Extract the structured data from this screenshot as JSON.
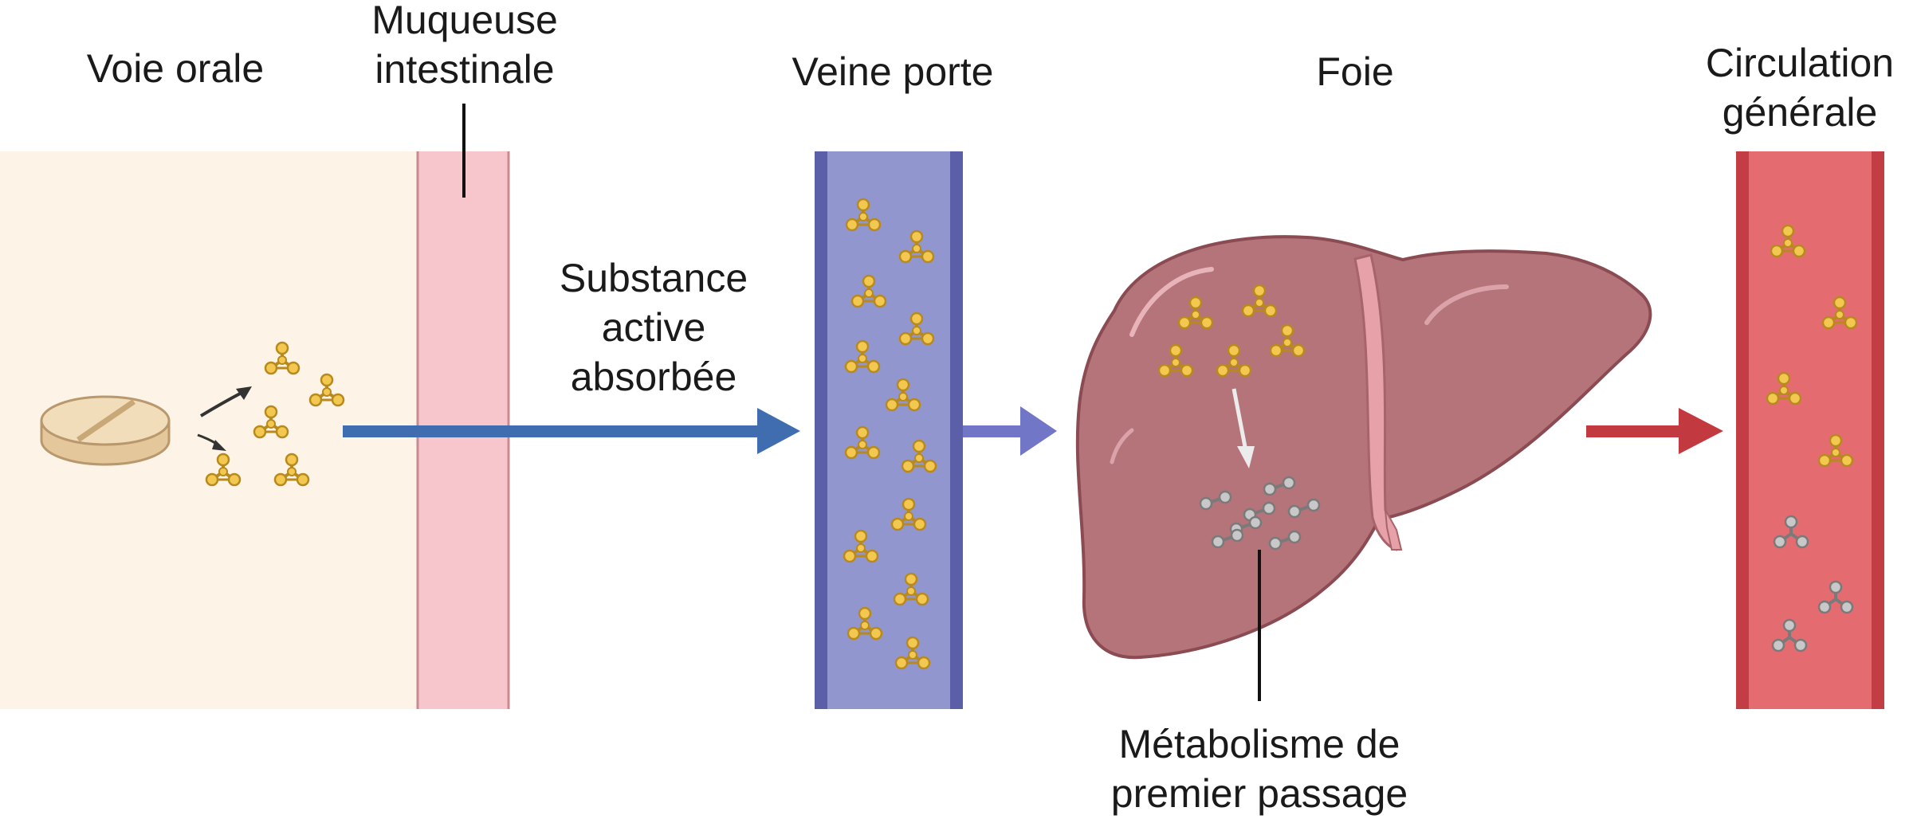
{
  "labels": {
    "oral": "Voie orale",
    "mucosa": [
      "Muqueuse",
      "intestinale"
    ],
    "portal": "Veine porte",
    "liver": "Foie",
    "circulation": [
      "Circulation",
      "générale"
    ],
    "absorbed": [
      "Substance",
      "active",
      "absorbée"
    ],
    "metabolism": [
      "Métabolisme de",
      "premier passage"
    ]
  },
  "colors": {
    "oral_zone": "#fdf3e6",
    "mucosa": "#f6c6cc",
    "mucosa_edge": "#c98a92",
    "portal_vein": "#9196cf",
    "portal_vein_edge": "#5a5fa8",
    "liver": "#b5737a",
    "liver_edge": "#8a4b52",
    "circulation": "#e46c70",
    "circulation_edge": "#c23d44",
    "blue_arrow": "#3f6db0",
    "violet_arrow": "#7276c6",
    "red_arrow": "#c2393f",
    "active_molecule": "#f3c851",
    "metabolite": "#b3b3b3",
    "tablet": "#ecd4ae"
  }
}
